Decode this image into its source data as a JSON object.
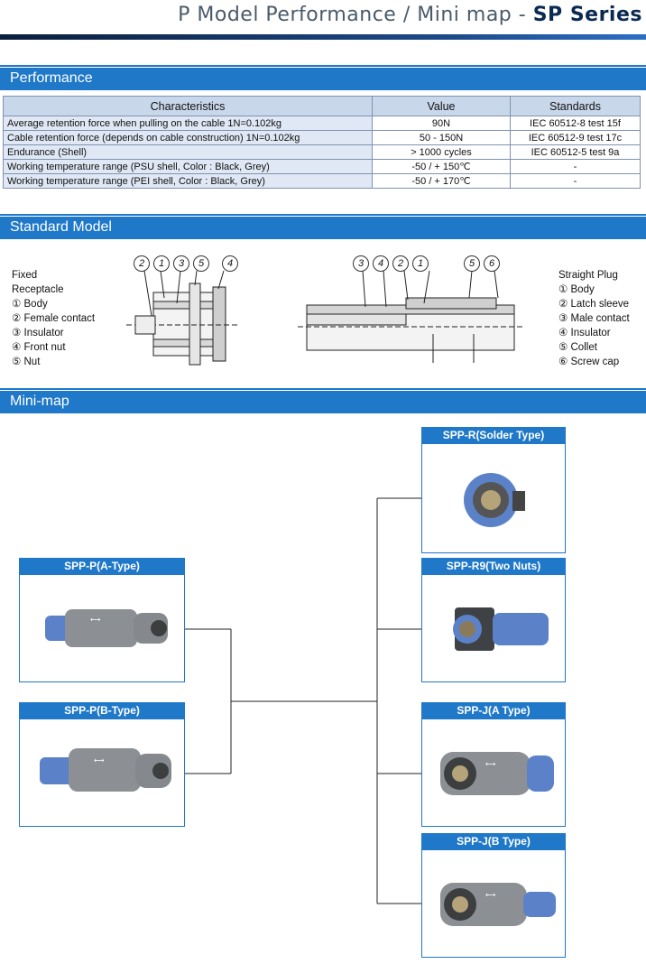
{
  "header": {
    "title_main": "P Model Performance / Mini map - ",
    "title_series": "SP Series"
  },
  "sections": {
    "performance": "Performance",
    "standard_model": "Standard Model",
    "mini_map": "Mini-map"
  },
  "performance_table": {
    "headers": [
      "Characteristics",
      "Value",
      "Standards"
    ],
    "rows": [
      [
        "Average retention force when pulling on the cable   1N=0.102kg",
        "90N",
        "IEC 60512-8 test 15f"
      ],
      [
        "Cable retention force (depends on cable construction) 1N=0.102kg",
        "50 - 150N",
        "IEC 60512-9 test 17c"
      ],
      [
        "Endurance (Shell)",
        "> 1000 cycles",
        "IEC 60512-5 test 9a"
      ],
      [
        "Working temperature range (PSU shell, Color : Black, Grey)",
        "-50 / + 150℃",
        "-"
      ],
      [
        "Working temperature range (PEI shell, Color : Black, Grey)",
        "-50 / + 170℃",
        "-"
      ]
    ]
  },
  "standard_model": {
    "left_title": [
      "Fixed",
      "Receptacle"
    ],
    "left_items": [
      "① Body",
      "② Female contact",
      "③ Insulator",
      "④ Front nut",
      "⑤ Nut"
    ],
    "left_callouts": [
      "2",
      "1",
      "3",
      "5",
      "4"
    ],
    "right_title": "Straight Plug",
    "right_items": [
      "① Body",
      "② Latch sleeve",
      "③ Male contact",
      "④ Insulator",
      "⑤ Collet",
      "⑥ Screw cap"
    ],
    "right_callouts_a": [
      "3",
      "4",
      "2",
      "1"
    ],
    "right_callouts_b": [
      "5",
      "6"
    ]
  },
  "mini_map": {
    "left": [
      {
        "label": "SPP-P(A-Type)",
        "color": "#8a8d90"
      },
      {
        "label": "SPP-P(B-Type)",
        "color": "#8a8d90"
      }
    ],
    "right": [
      {
        "label": "SPP-R(Solder Type)"
      },
      {
        "label": "SPP-R9(Two Nuts)"
      },
      {
        "label": "SPP-J(A Type)"
      },
      {
        "label": "SPP-J(B Type)"
      }
    ]
  },
  "colors": {
    "accent": "#1f78c8",
    "navy": "#0b2a52",
    "connector_blue": "#5b82c9",
    "connector_grey": "#8c8f93"
  }
}
